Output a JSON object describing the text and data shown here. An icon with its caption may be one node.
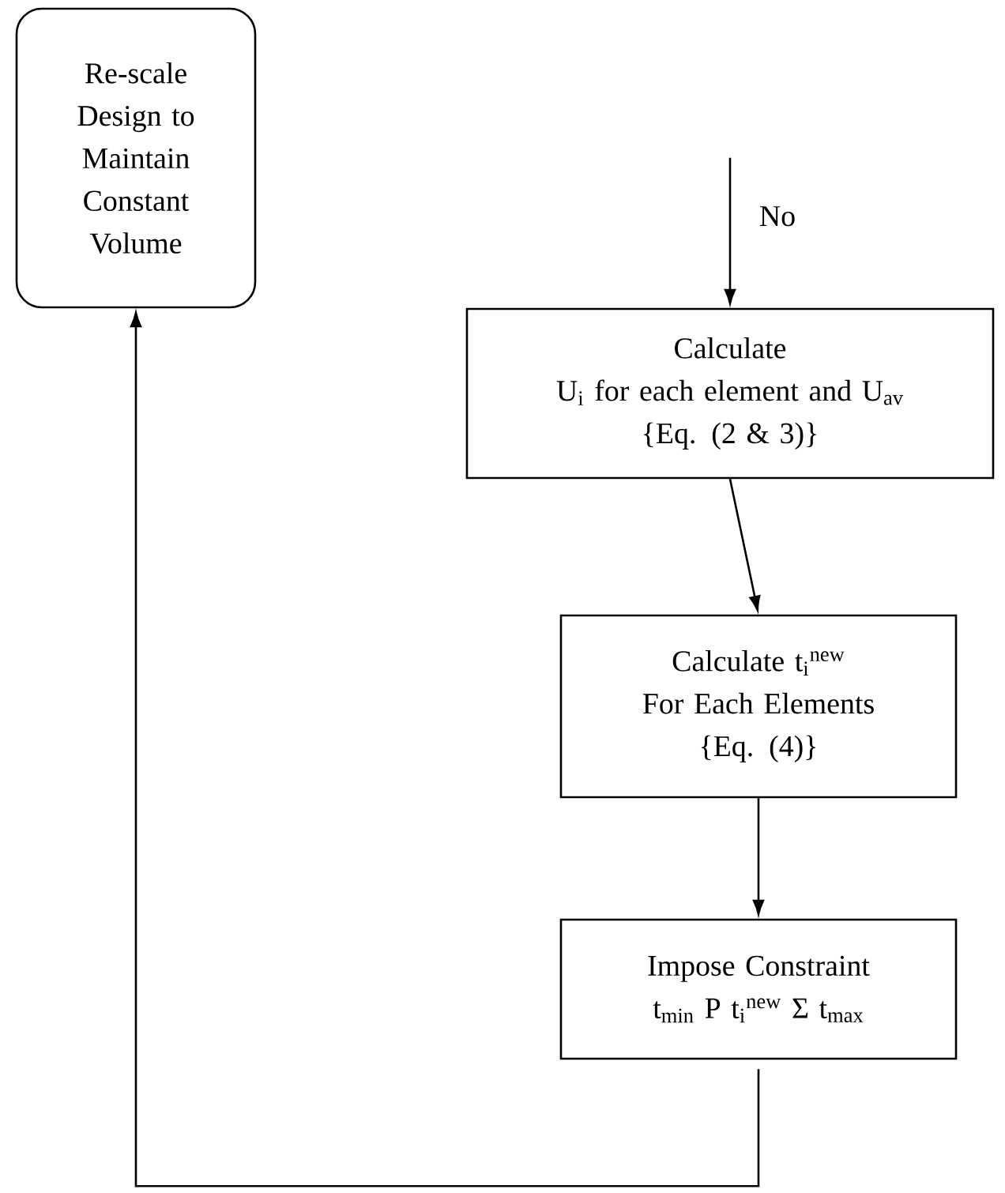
{
  "diagram": {
    "nodes": [
      {
        "text": [
          "Re-scale Design to Maintain Constant Volume"
        ]
      },
      {
        "text": [
          "Calculate",
          "U$_{i}$ for each element and U$_{av}$",
          "{Eq. (2 & 3)}"
        ]
      },
      {
        "text": [
          "Calculate t$_{i}$$^{new}$",
          "For Each Elements",
          "{Eq. (4)}"
        ]
      },
      {
        "text": [
          "Impose Constraint",
          "t$_{min}$ P t$_{i}$$^{new}$ Σ t$_{max}$"
        ]
      }
    ],
    "edges": [
      {
        "from": null,
        "to": 1,
        "arrow": "to",
        "label": "No"
      },
      {
        "from": 1,
        "to": 2,
        "arrow": "to"
      },
      {
        "from": 2,
        "to": 3,
        "arrow": "to"
      },
      {
        "from": 3,
        "to": 0,
        "arrow": "to"
      }
    ]
  }
}
